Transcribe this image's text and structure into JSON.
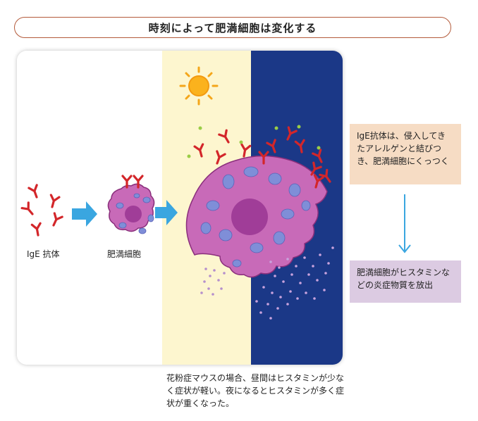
{
  "title": "時刻によって肥満細胞は変化する",
  "labels": {
    "ige": "IgE 抗体",
    "mast_cell": "肥満細胞"
  },
  "info_boxes": [
    {
      "text": "IgE抗体は、侵入してきたアレルゲンと結びつき、肥満細胞にくっつく"
    },
    {
      "text": "肥満細胞がヒスタミンなどの炎症物質を放出"
    }
  ],
  "caption": "花粉症マウスの場合、昼間はヒスタミンが少なく症状が軽い。夜になるとヒスタミンが多く症状が重くなった。",
  "icons": [
    "sun-icon",
    "moon-icon",
    "antibody-icon",
    "arrow-right-icon",
    "arrow-down-icon"
  ],
  "colors": {
    "day_bg": "#fdf6cf",
    "night_bg": "#1b3887",
    "cell": "#c86ab8",
    "nucleus": "#a03d98",
    "granule": "#7f8ed8",
    "antibody": "#d3262a",
    "arrow": "#3aa6e0",
    "info1_bg": "#f6dcc4",
    "info2_bg": "#dccbe2",
    "title_border": "#b35a3a"
  }
}
